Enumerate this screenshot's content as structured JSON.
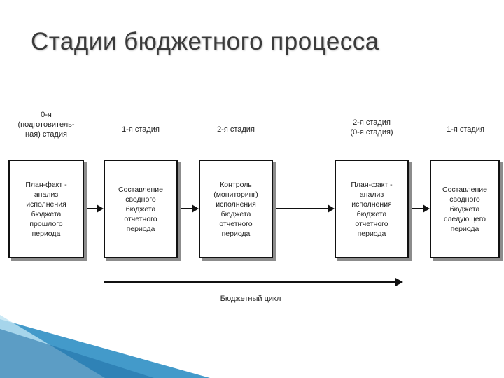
{
  "slide": {
    "title": "Стадии бюджетного процесса"
  },
  "stages": [
    {
      "header": [
        "0-я",
        "(подготовитель-",
        "ная) стадия"
      ],
      "box": [
        "План-факт -",
        "анализ",
        "исполнения",
        "бюджета",
        "прошлого",
        "периода"
      ]
    },
    {
      "header": [
        "1-я стадия"
      ],
      "box": [
        "Составление",
        "сводного",
        "бюджета",
        "отчетного",
        "периода"
      ]
    },
    {
      "header": [
        "2-я стадия"
      ],
      "box": [
        "Контроль",
        "(мониторинг)",
        "исполнения",
        "бюджета",
        "отчетного",
        "периода"
      ]
    },
    {
      "header": [
        "2-я стадия",
        "(0-я стадия)"
      ],
      "box": [
        "План-факт -",
        "анализ",
        "исполнения",
        "бюджета",
        "отчетного",
        "периода"
      ]
    },
    {
      "header": [
        "1-я стадия"
      ],
      "box": [
        "Составление",
        "сводного",
        "бюджета",
        "следующего",
        "периода"
      ]
    }
  ],
  "cycle": {
    "label": "Бюджетный цикл"
  },
  "colors": {
    "title": "#3a3a3a",
    "border": "#111111",
    "shadow": "#8c8c8c",
    "deco_blue": "#2f8fc4",
    "deco_light": "#bfe3f2"
  }
}
